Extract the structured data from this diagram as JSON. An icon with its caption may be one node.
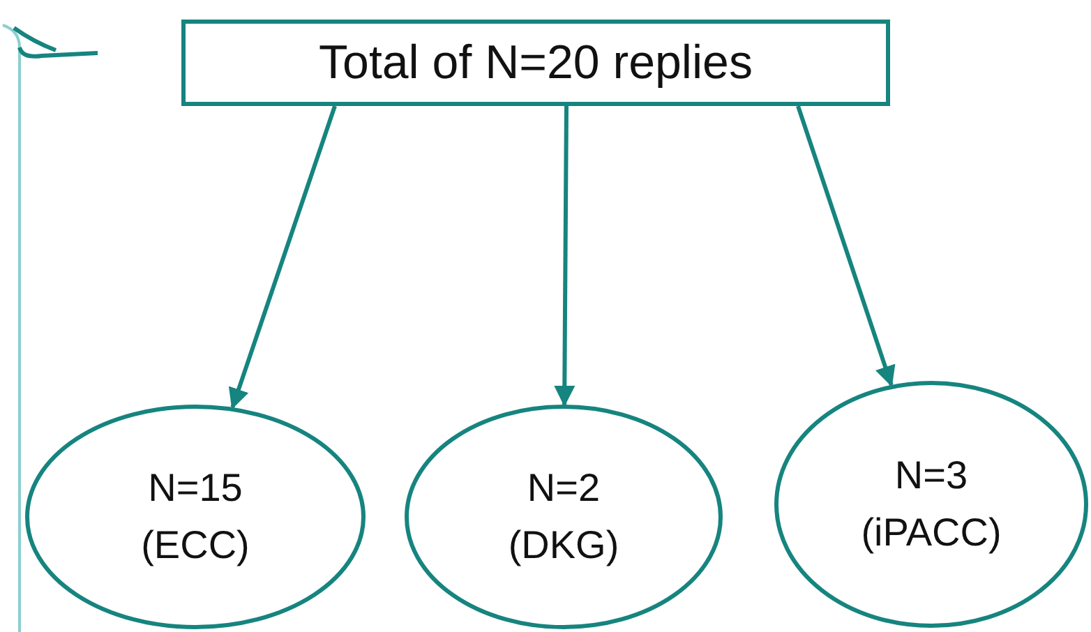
{
  "diagram": {
    "nodes": [
      {
        "text": [
          "Total of N=20 replies"
        ]
      },
      {
        "text": [
          "N=15 (ECC)"
        ]
      },
      {
        "text": [
          "N=2 (DKG)"
        ]
      },
      {
        "text": [
          "N=3 (iPACC)"
        ]
      }
    ],
    "edges": [
      {
        "from": 0,
        "to": 1,
        "arrow": "to"
      },
      {
        "from": 0,
        "to": 2,
        "arrow": "to"
      },
      {
        "from": 0,
        "to": 3,
        "arrow": "to"
      }
    ]
  }
}
